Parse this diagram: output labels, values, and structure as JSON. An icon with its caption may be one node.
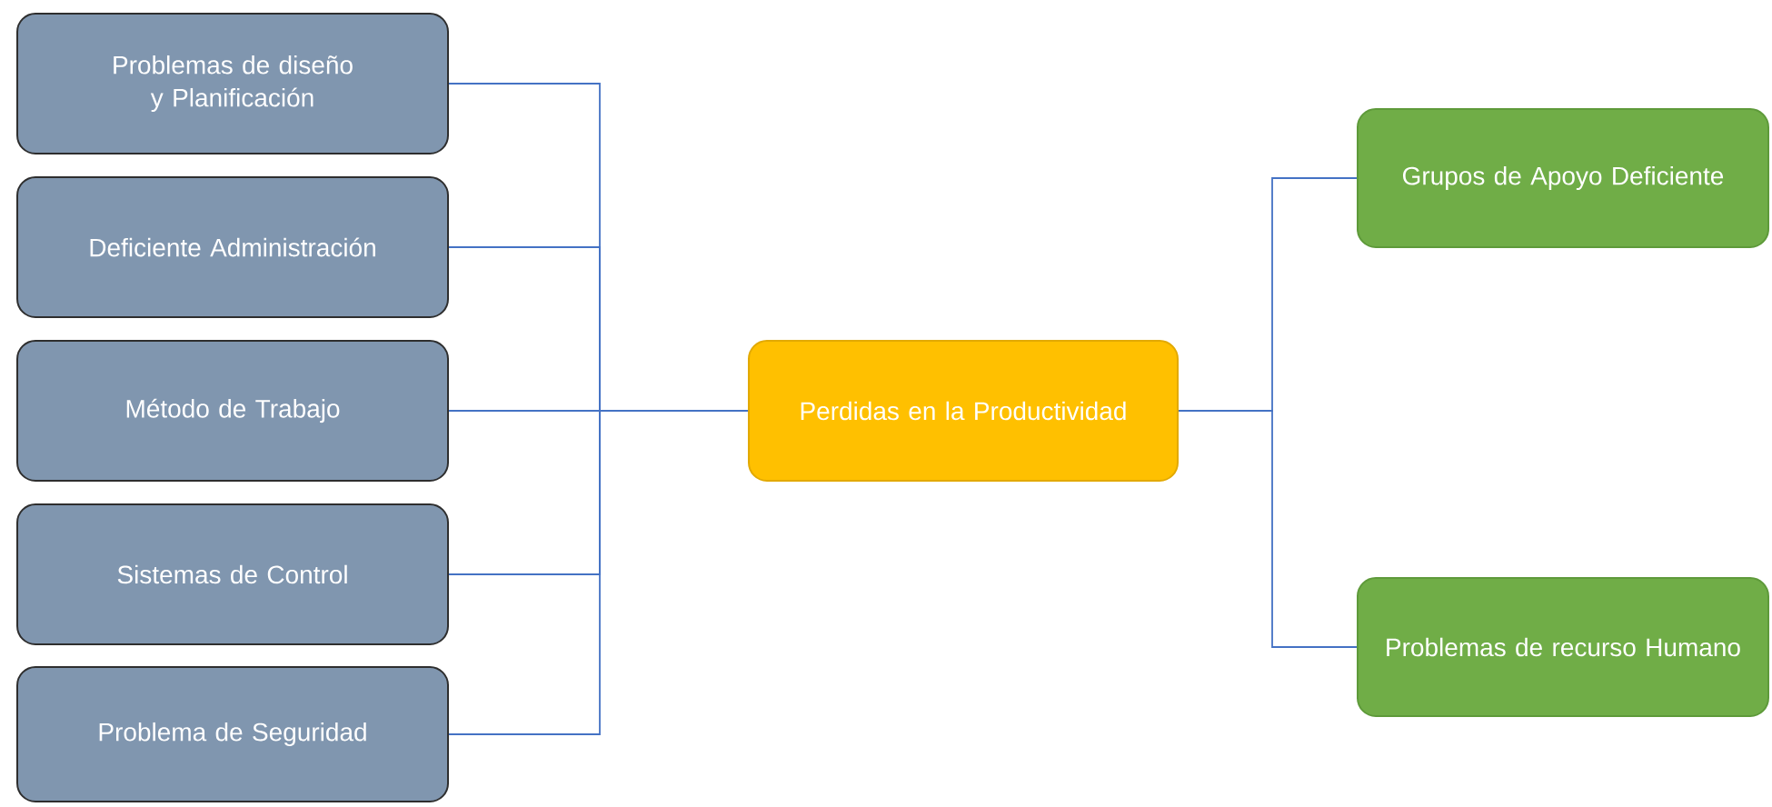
{
  "diagram": {
    "nodes": [
      {
        "text": [
          "Problemas de diseño y Planificación"
        ]
      },
      {
        "text": [
          "Deficiente Administración"
        ]
      },
      {
        "text": [
          "Método de Trabajo"
        ]
      },
      {
        "text": [
          "Sistemas de Control"
        ]
      },
      {
        "text": [
          "Problema de Seguridad"
        ]
      },
      {
        "text": [
          "Perdidas en la Productividad"
        ]
      },
      {
        "text": [
          "Grupos de Apoyo Deficiente"
        ]
      },
      {
        "text": [
          "Problemas de recurso Humano"
        ]
      }
    ],
    "edges": [
      {
        "from": 0,
        "to": 5,
        "arrow": "none"
      },
      {
        "from": 1,
        "to": 5,
        "arrow": "none"
      },
      {
        "from": 2,
        "to": 5,
        "arrow": "none"
      },
      {
        "from": 3,
        "to": 5,
        "arrow": "none"
      },
      {
        "from": 4,
        "to": 5,
        "arrow": "none"
      },
      {
        "from": 5,
        "to": 6,
        "arrow": "none"
      },
      {
        "from": 5,
        "to": 7,
        "arrow": "none"
      }
    ]
  }
}
